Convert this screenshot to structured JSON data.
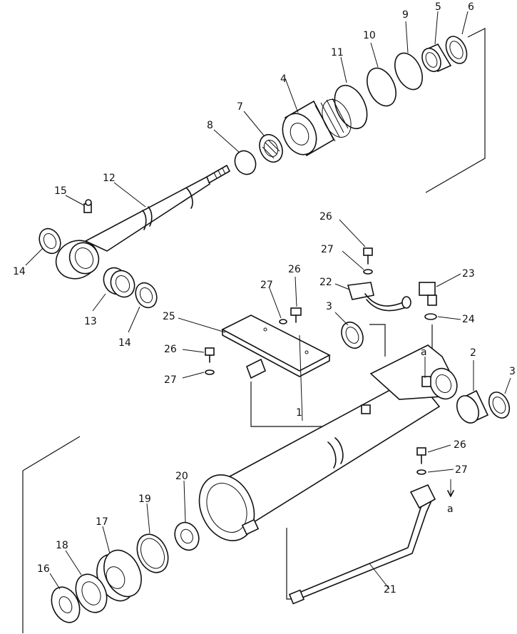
{
  "diagram": {
    "part_labels": {
      "p1": "1",
      "p2": "2",
      "p3a": "3",
      "p3b": "3",
      "p4": "4",
      "p5": "5",
      "p6": "6",
      "p7": "7",
      "p8": "8",
      "p9": "9",
      "p10": "10",
      "p11": "11",
      "p12": "12",
      "p13": "13",
      "p14a": "14",
      "p14b": "14",
      "p15": "15",
      "p16": "16",
      "p17": "17",
      "p18": "18",
      "p19": "19",
      "p20": "20",
      "p21": "21",
      "p22": "22",
      "p23": "23",
      "p24": "24",
      "p25": "25",
      "p26a": "26",
      "p26b": "26",
      "p26c": "26",
      "p26d": "26",
      "p27a": "27",
      "p27b": "27",
      "p27c": "27",
      "p27d": "27"
    },
    "connection_labels": {
      "a_top": "a",
      "a_bottom": "a"
    }
  }
}
